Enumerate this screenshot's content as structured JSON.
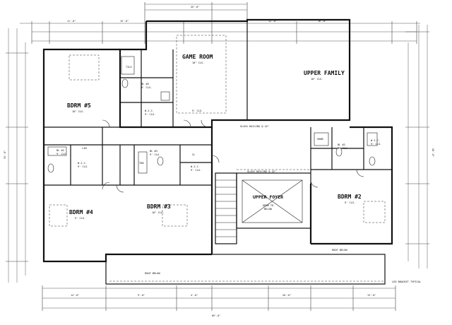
{
  "rooms": {
    "game_room": {
      "name": "GAME ROOM",
      "note1": "10\" CLG.",
      "note2": "9' CLG."
    },
    "upper_family": {
      "name": "UPPER FAMILY",
      "note1": "10\" CLG."
    },
    "bdrm5": {
      "name": "BDRM #5",
      "note1": "10\" CLG."
    },
    "bdrm4": {
      "name": "BDRM #4",
      "note1": "9' CLG."
    },
    "bdrm3": {
      "name": "BDRM #3",
      "note1": "10\" CLG."
    },
    "bdrm2": {
      "name": "BDRM #2",
      "note1": "9' CLG."
    },
    "upper_foyer": {
      "name": "UPPER FOYER",
      "note1": "OPEN TO",
      "note2": "BELOW"
    },
    "wic_left": {
      "name": "W.I.C.",
      "note1": "9' CLG."
    },
    "wic_mid": {
      "name": "W.I.C.",
      "note1": "9' CLG."
    },
    "wic_upper": {
      "name": "W.I.C.",
      "note1": "9' CLG."
    },
    "wic_right": {
      "name": "W.I.C.",
      "note1": "9' CLG."
    },
    "bath_left": {
      "name": "BL #4",
      "note1": "9' CLG."
    },
    "bath_upper": {
      "name": "BL #5",
      "note1": "9' CLG."
    },
    "bath_right": {
      "name": "BL #2",
      "note1": "9' CLG."
    },
    "bath_mid": {
      "name": "BL #3",
      "note1": "9' CLG."
    }
  },
  "labels": {
    "glass_railing_top": "GLASS RAILING @ 42\"",
    "glass_railing_foyer": "GLASS RAILING @ 42\"",
    "roof_below_left": "ROOF BELOW",
    "roof_below_right": "ROOF BELOW",
    "bracket_typical": "LED BRACKET TYPICAL",
    "tile": "TILE",
    "tub": "TUB",
    "shower": "SHWR",
    "lin": "LIN",
    "cl": "CL"
  },
  "dimensions": {
    "bottom_total": "69'-0\"",
    "top_total": "45'-0\"",
    "left_side": "33'-0\"",
    "right_side": "28'-0\"",
    "seg_a": "11'-0\"",
    "seg_b": "15'-0\"",
    "seg_c": "12'-0\"",
    "seg_d": "16'-0\"",
    "seg_e": "14'-0\"",
    "seg_f": "9'-0\"",
    "seg_g": "4'-0\"",
    "seg_h": "20'-0\"",
    "seg_i": "13'-0\""
  }
}
